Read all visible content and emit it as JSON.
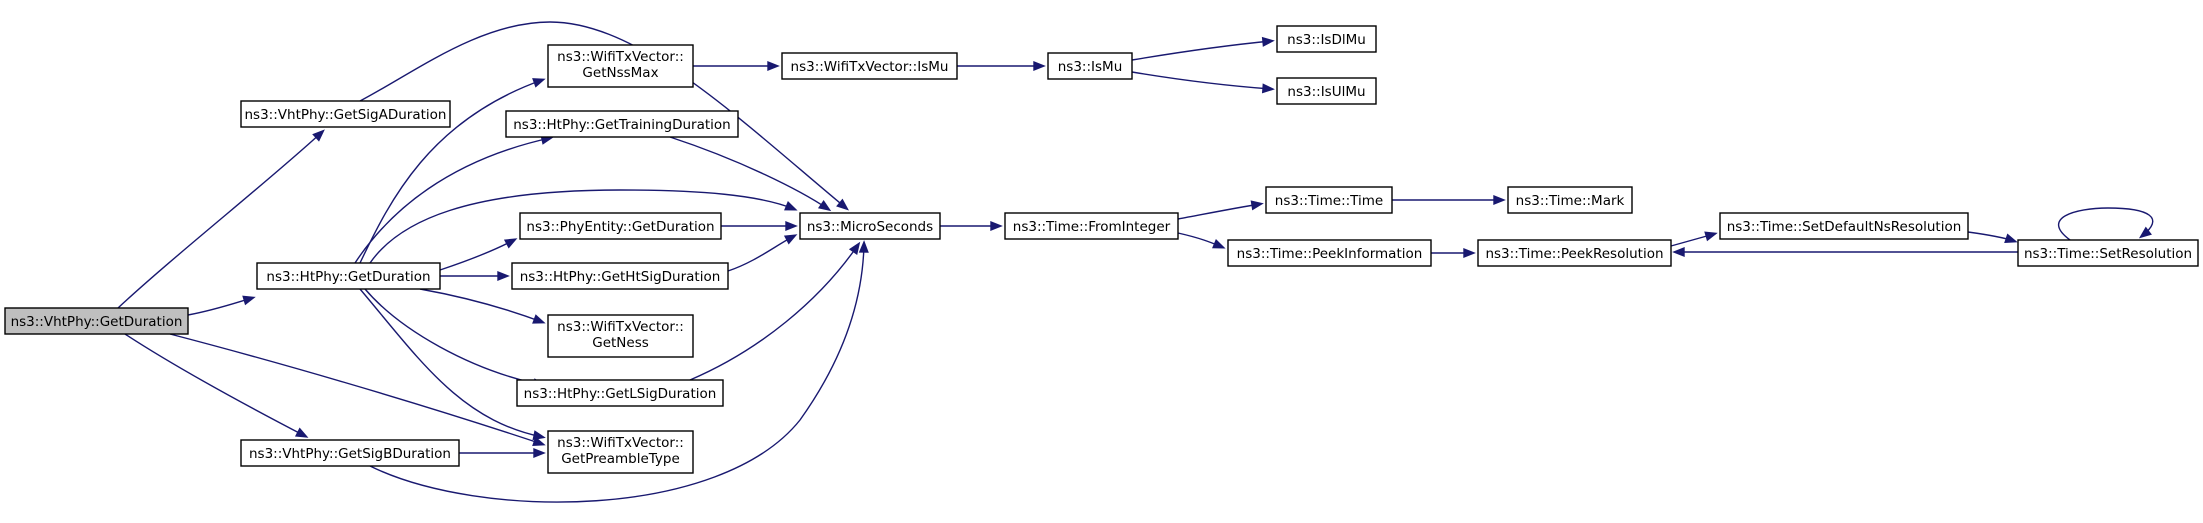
{
  "graph": {
    "kind": "call-graph",
    "edge_color": "#191970",
    "root_fill": "#bfbfbf",
    "nodes": [
      {
        "id": "n0",
        "lines": [
          "ns3::VhtPhy::GetDuration"
        ],
        "root": true
      },
      {
        "id": "n1",
        "lines": [
          "ns3::VhtPhy::GetSigADuration"
        ]
      },
      {
        "id": "n2",
        "lines": [
          "ns3::HtPhy::GetDuration"
        ]
      },
      {
        "id": "n3",
        "lines": [
          "ns3::VhtPhy::GetSigBDuration"
        ]
      },
      {
        "id": "n4",
        "lines": [
          "ns3::WifiTxVector::",
          "GetNssMax"
        ]
      },
      {
        "id": "n5",
        "lines": [
          "ns3::HtPhy::GetTrainingDuration"
        ]
      },
      {
        "id": "n6",
        "lines": [
          "ns3::PhyEntity::GetDuration"
        ]
      },
      {
        "id": "n7",
        "lines": [
          "ns3::HtPhy::GetHtSigDuration"
        ]
      },
      {
        "id": "n8",
        "lines": [
          "ns3::WifiTxVector::",
          "GetNess"
        ]
      },
      {
        "id": "n9",
        "lines": [
          "ns3::HtPhy::GetLSigDuration"
        ]
      },
      {
        "id": "n10",
        "lines": [
          "ns3::WifiTxVector::",
          "GetPreambleType"
        ]
      },
      {
        "id": "n11",
        "lines": [
          "ns3::WifiTxVector::IsMu"
        ]
      },
      {
        "id": "n12",
        "lines": [
          "ns3::MicroSeconds"
        ]
      },
      {
        "id": "n13",
        "lines": [
          "ns3::IsMu"
        ]
      },
      {
        "id": "n14",
        "lines": [
          "ns3::IsDlMu"
        ]
      },
      {
        "id": "n15",
        "lines": [
          "ns3::IsUlMu"
        ]
      },
      {
        "id": "n16",
        "lines": [
          "ns3::Time::FromInteger"
        ]
      },
      {
        "id": "n17",
        "lines": [
          "ns3::Time::Time"
        ]
      },
      {
        "id": "n18",
        "lines": [
          "ns3::Time::PeekInformation"
        ]
      },
      {
        "id": "n19",
        "lines": [
          "ns3::Time::Mark"
        ]
      },
      {
        "id": "n20",
        "lines": [
          "ns3::Time::PeekResolution"
        ]
      },
      {
        "id": "n21",
        "lines": [
          "ns3::Time::SetDefaultNsResolution"
        ]
      },
      {
        "id": "n22",
        "lines": [
          "ns3::Time::SetResolution"
        ]
      }
    ],
    "edges": [
      {
        "from": "n0",
        "to": "n1"
      },
      {
        "from": "n0",
        "to": "n2"
      },
      {
        "from": "n0",
        "to": "n3"
      },
      {
        "from": "n0",
        "to": "n10"
      },
      {
        "from": "n1",
        "to": "n12"
      },
      {
        "from": "n2",
        "to": "n4"
      },
      {
        "from": "n2",
        "to": "n5"
      },
      {
        "from": "n2",
        "to": "n12"
      },
      {
        "from": "n2",
        "to": "n6"
      },
      {
        "from": "n2",
        "to": "n7"
      },
      {
        "from": "n2",
        "to": "n8"
      },
      {
        "from": "n2",
        "to": "n9"
      },
      {
        "from": "n2",
        "to": "n10"
      },
      {
        "from": "n3",
        "to": "n10"
      },
      {
        "from": "n3",
        "to": "n12"
      },
      {
        "from": "n4",
        "to": "n11"
      },
      {
        "from": "n11",
        "to": "n13"
      },
      {
        "from": "n13",
        "to": "n14"
      },
      {
        "from": "n13",
        "to": "n15"
      },
      {
        "from": "n5",
        "to": "n12"
      },
      {
        "from": "n6",
        "to": "n12"
      },
      {
        "from": "n7",
        "to": "n12"
      },
      {
        "from": "n9",
        "to": "n12"
      },
      {
        "from": "n12",
        "to": "n16"
      },
      {
        "from": "n16",
        "to": "n17"
      },
      {
        "from": "n16",
        "to": "n18"
      },
      {
        "from": "n17",
        "to": "n19"
      },
      {
        "from": "n18",
        "to": "n20"
      },
      {
        "from": "n20",
        "to": "n21"
      },
      {
        "from": "n21",
        "to": "n22"
      },
      {
        "from": "n22",
        "to": "n20"
      },
      {
        "from": "n22",
        "to": "n22"
      }
    ]
  }
}
